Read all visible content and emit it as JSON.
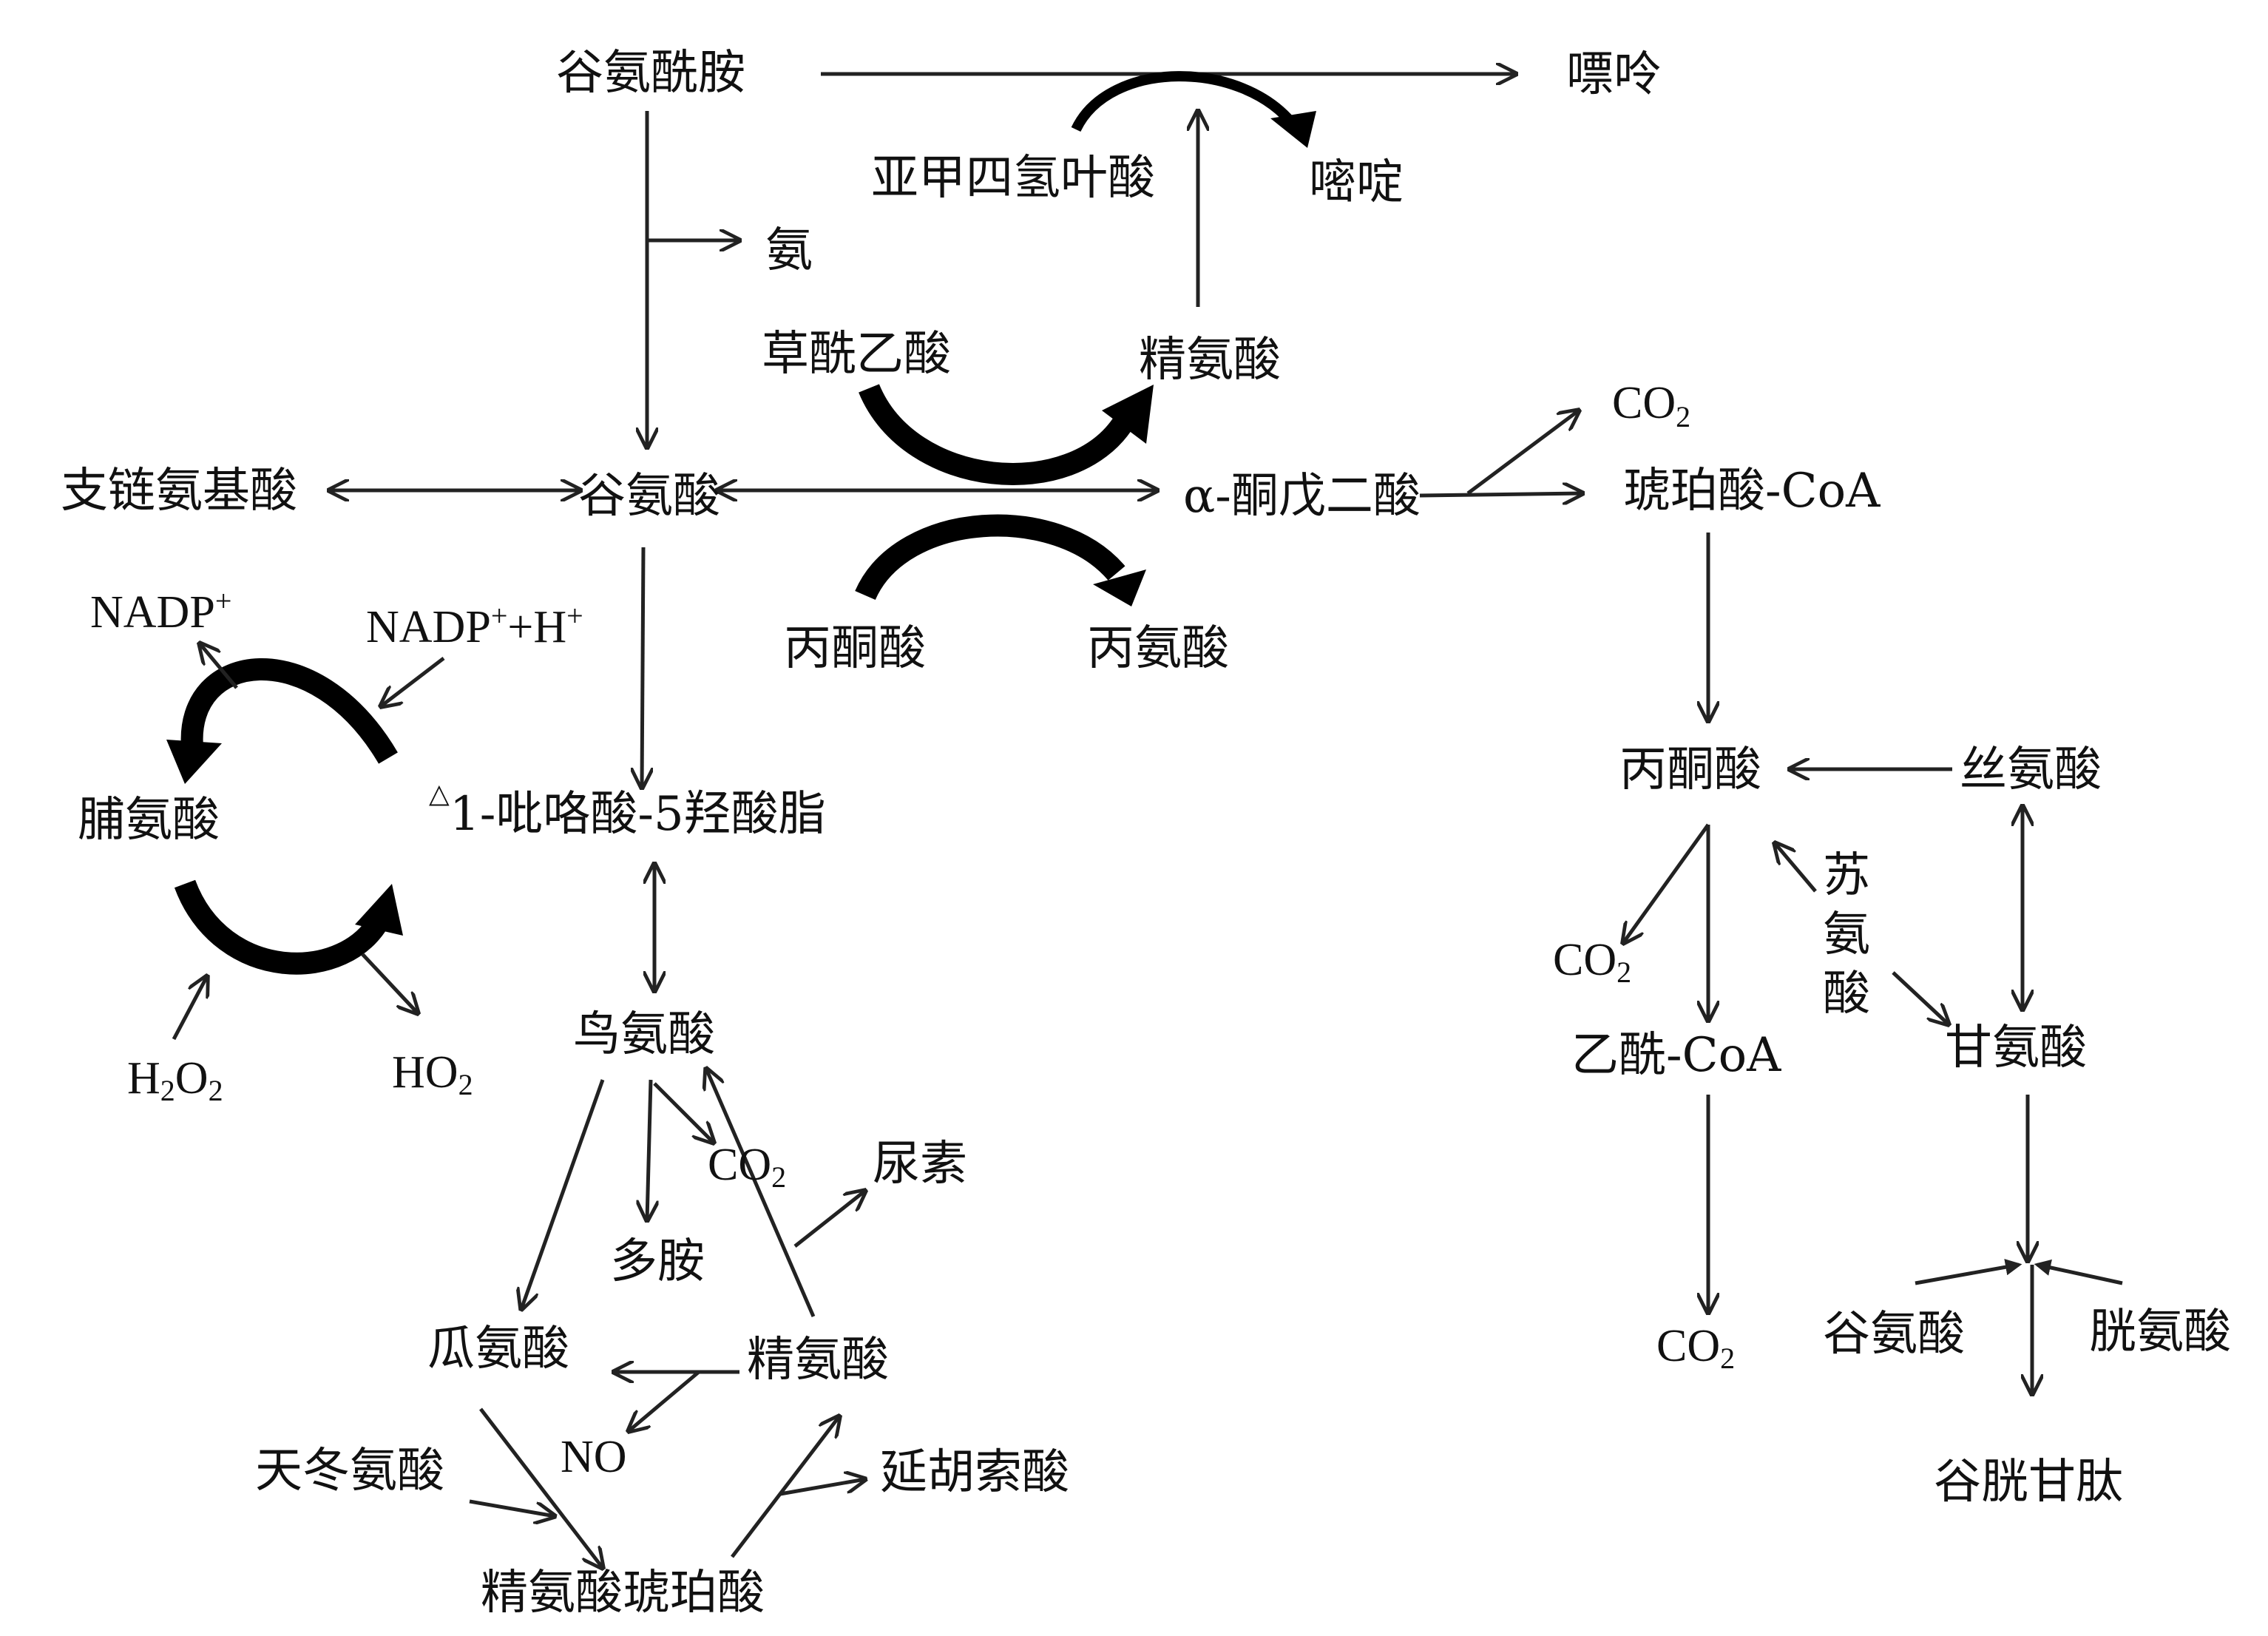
{
  "nodes": {
    "glutamine": "谷氨酰胺",
    "purine": "嘌呤",
    "methylene_thf": "亚甲四氢叶酸",
    "pyrimidine": "嘧啶",
    "ammonia": "氨",
    "oxaloacetate": "草酰乙酸",
    "arginine_top": "精氨酸",
    "bcaa": "支链氨基酸",
    "glutamate": "谷氨酸",
    "akg": "α-酮戊二酸",
    "co2_top": "CO",
    "co2_top_sub": "2",
    "succinyl_coa": "琥珀酸-CoA",
    "nadp": "NADP",
    "nadp_sup": "+",
    "nadph_main": "NADP",
    "nadph_sup1": "+",
    "nadph_h": "+H",
    "nadph_sup2": "+",
    "pyruvate_mid": "丙酮酸",
    "alanine": "丙氨酸",
    "proline": "脯氨酸",
    "p5c_delta": "△",
    "p5c": "1-吡咯酸-5羟酸脂",
    "h2o2_h": "H",
    "h2o2_2a": "2",
    "h2o2_o": "O",
    "h2o2_2b": "2",
    "ho2_main": "HO",
    "ho2_sub": "2",
    "ornithine": "鸟氨酸",
    "co2_orn": "CO",
    "co2_orn_sub": "2",
    "urea": "尿素",
    "polyamine": "多胺",
    "citrulline": "瓜氨酸",
    "arginine_bot": "精氨酸",
    "no": "NO",
    "aspartate": "天冬氨酸",
    "fumarate": "延胡索酸",
    "argininosuccinate": "精氨酸琥珀酸",
    "pyruvate_right": "丙酮酸",
    "serine": "丝氨酸",
    "threonine_1": "苏",
    "threonine_2": "氨",
    "threonine_3": "酸",
    "co2_right1": "CO",
    "co2_right1_sub": "2",
    "acetyl_coa": "乙酰-CoA",
    "glycine": "甘氨酸",
    "co2_right2": "CO",
    "co2_right2_sub": "2",
    "glutamate_right": "谷氨酸",
    "cysteine": "胱氨酸",
    "glutathione": "谷胱甘肽"
  }
}
